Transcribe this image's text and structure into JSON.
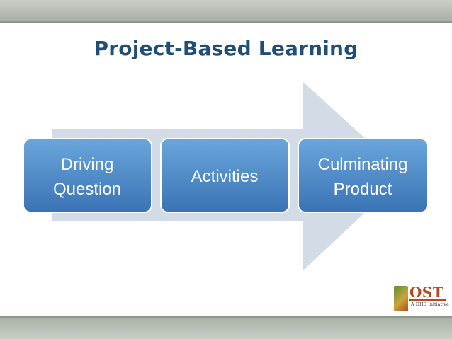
{
  "slide": {
    "title": "Project-Based Learning"
  },
  "diagram": {
    "type": "process-arrow",
    "steps": [
      {
        "label_line1": "Driving",
        "label_line2": "Question"
      },
      {
        "label_line1": "Activities",
        "label_line2": ""
      },
      {
        "label_line1": "Culminating",
        "label_line2": "Product"
      }
    ],
    "colors": {
      "box_fill_top": "#5b9bd5",
      "box_fill_bottom": "#3f78b9",
      "box_border": "#ffffff",
      "arrow_fill": "#d3dbe6",
      "title_color": "#1f4e79",
      "band_color": "#b3b9b0"
    }
  },
  "logo": {
    "big_text": "OST",
    "small_text": "A DHS Initiative"
  }
}
